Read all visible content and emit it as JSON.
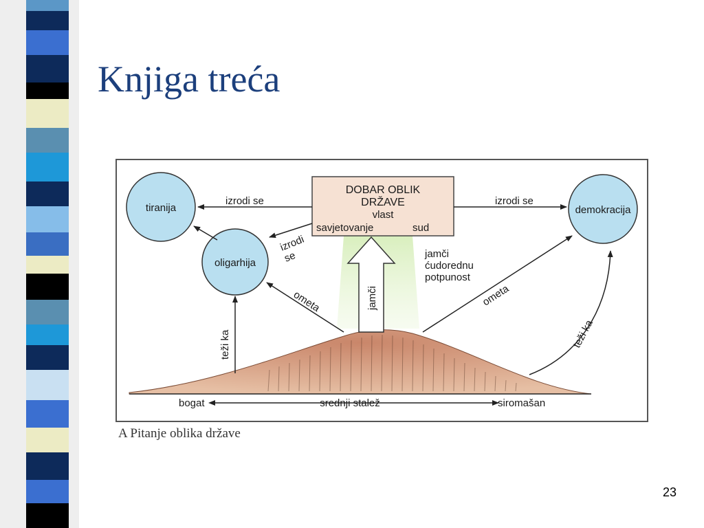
{
  "slide": {
    "title": "Knjiga treća",
    "page_number": "23",
    "caption": "A Pitanje oblika države"
  },
  "diagram": {
    "center_box": {
      "title_line1": "DOBAR OBLIK",
      "title_line2": "DRŽAVE",
      "line3": "vlast",
      "left_item": "savjetovanje",
      "right_item": "sud"
    },
    "nodes": {
      "tiranija": "tiranija",
      "oligarhija": "oligarhija",
      "demokracija": "demokracija"
    },
    "edges": {
      "to_tiranija": "izrodi se",
      "to_demokracija": "izrodi se",
      "to_oligarhija_line1": "izrodi",
      "to_oligarhija_line2": "se",
      "ometa_left": "ometa",
      "ometa_right": "ometa",
      "tezi_left": "teži ka",
      "tezi_right": "teži ka",
      "center_up": "jamči",
      "guarantee_line1": "jamči",
      "guarantee_line2": "ćudorednu",
      "guarantee_line3": "potpunost"
    },
    "base_axis": {
      "left": "bogat",
      "middle": "srednji stalež",
      "right": "siromašan"
    }
  },
  "colors": {
    "title": "#1c3f7c",
    "circle_fill": "#b9dff0",
    "box_fill": "#f6e1d3",
    "hill_fill": "#d19a77",
    "glow": "#d2ecb2",
    "stripes": [
      "#3b6fd0",
      "#5b97c7",
      "#0d2a5a",
      "#1e98d8",
      "#ecebc4",
      "#000000",
      "#c9e0f2",
      "#86bde9",
      "#3a6ec2",
      "#5a8fb0"
    ]
  }
}
